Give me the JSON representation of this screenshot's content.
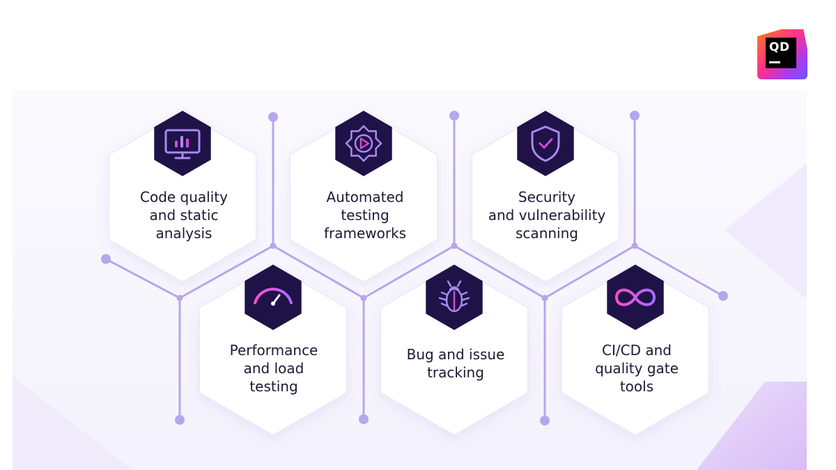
{
  "brand": {
    "logo_text": "QD",
    "colors": {
      "icon_dark": "#1f1247",
      "accent_violet": "#a88bf0",
      "accent_magenta": "#d34bd8",
      "text": "#1a1a33"
    }
  },
  "nodes": [
    {
      "label": "Code quality\nand static\nanalysis",
      "icon": "monitor-chart-icon"
    },
    {
      "label": "Automated\ntesting\nframeworks",
      "icon": "gear-play-icon"
    },
    {
      "label": "Security\nand vulnerability\nscanning",
      "icon": "shield-check-icon"
    },
    {
      "label": "Performance\nand load\ntesting",
      "icon": "speedometer-icon"
    },
    {
      "label": "Bug and issue\ntracking",
      "icon": "bug-icon"
    },
    {
      "label": "CI/CD and\nquality gate\ntools",
      "icon": "infinity-icon"
    }
  ]
}
